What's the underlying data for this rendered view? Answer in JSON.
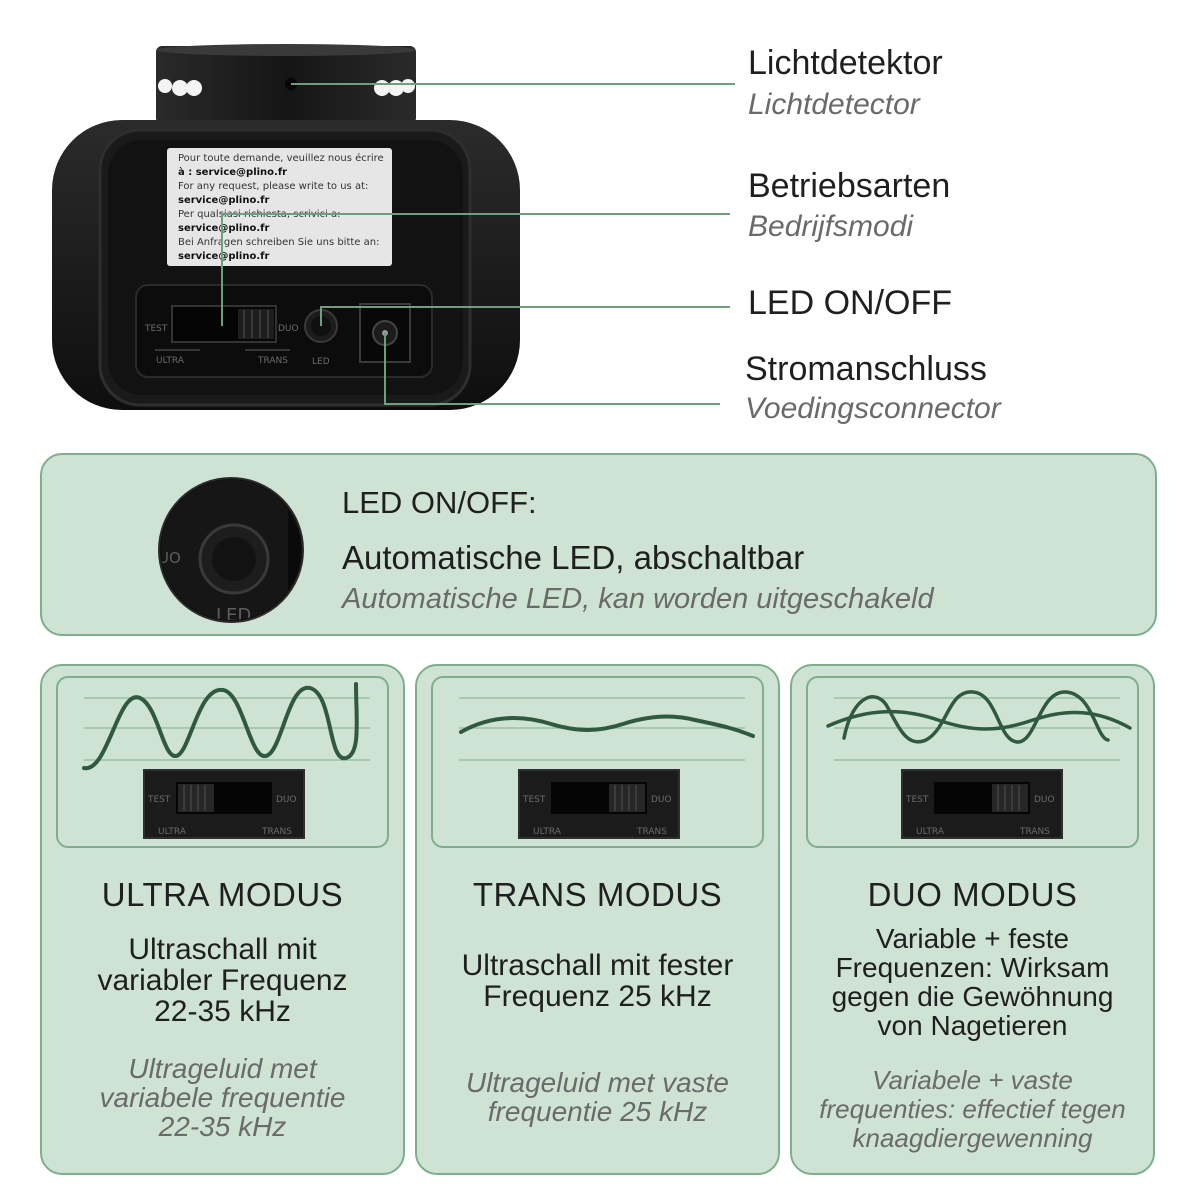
{
  "device": {
    "sticker_lines": [
      "Pour toute demande, veuillez nous écrire",
      "à : service@plino.fr",
      "For any request, please write to us at:",
      "service@plino.fr",
      "Per qualsiasi richiesta, scrivici a:",
      "service@plino.fr",
      "Bei Anfragen schreiben Sie uns bitte an:",
      "service@plino.fr"
    ],
    "switch_labels": {
      "test": "TEST",
      "duo": "DUO",
      "ultra": "ULTRA",
      "trans": "TRANS"
    },
    "led_label": "LED"
  },
  "callouts": [
    {
      "de": "Lichtdetektor",
      "nl": "Lichtdetector"
    },
    {
      "de": "Betriebsarten",
      "nl": "Bedrijfsmodi"
    },
    {
      "de": "LED ON/OFF",
      "nl": ""
    },
    {
      "de": "Stromanschluss",
      "nl": "Voedingsconnector"
    }
  ],
  "led_panel": {
    "title": "LED ON/OFF:",
    "de": "Automatische LED, abschaltbar",
    "nl": "Automatische LED, kan worden uitgeschakeld",
    "zoom_led_label": "LED",
    "zoom_duo_label": "UO"
  },
  "modes": [
    {
      "title": "ULTRA MODUS",
      "de_lines": [
        "Ultraschall mit",
        "variabler Frequenz",
        "22-35 kHz"
      ],
      "nl_lines": [
        "Ultrageluid met",
        "variabele frequentie",
        "22-35 kHz"
      ],
      "switch_position": "ultra"
    },
    {
      "title": "TRANS MODUS",
      "de_lines": [
        "Ultraschall mit fester",
        "Frequenz 25 kHz"
      ],
      "nl_lines": [
        "Ultrageluid met vaste",
        "frequentie 25 kHz"
      ],
      "switch_position": "trans"
    },
    {
      "title": "DUO MODUS",
      "de_lines": [
        "Variable + feste",
        "Frequenzen: Wirksam",
        "gegen die Gewöhnung",
        "von Nagetieren"
      ],
      "nl_lines": [
        "Variabele + vaste",
        "frequenties: effectief tegen",
        "knaagdiergewenning"
      ],
      "switch_position": "duo"
    }
  ],
  "colors": {
    "panel_fill": "#cfe3d4",
    "panel_border": "#7fae8c",
    "wave": "#2f5a3f",
    "callout_line": "#6f9e7c",
    "device_body": "#161616"
  }
}
